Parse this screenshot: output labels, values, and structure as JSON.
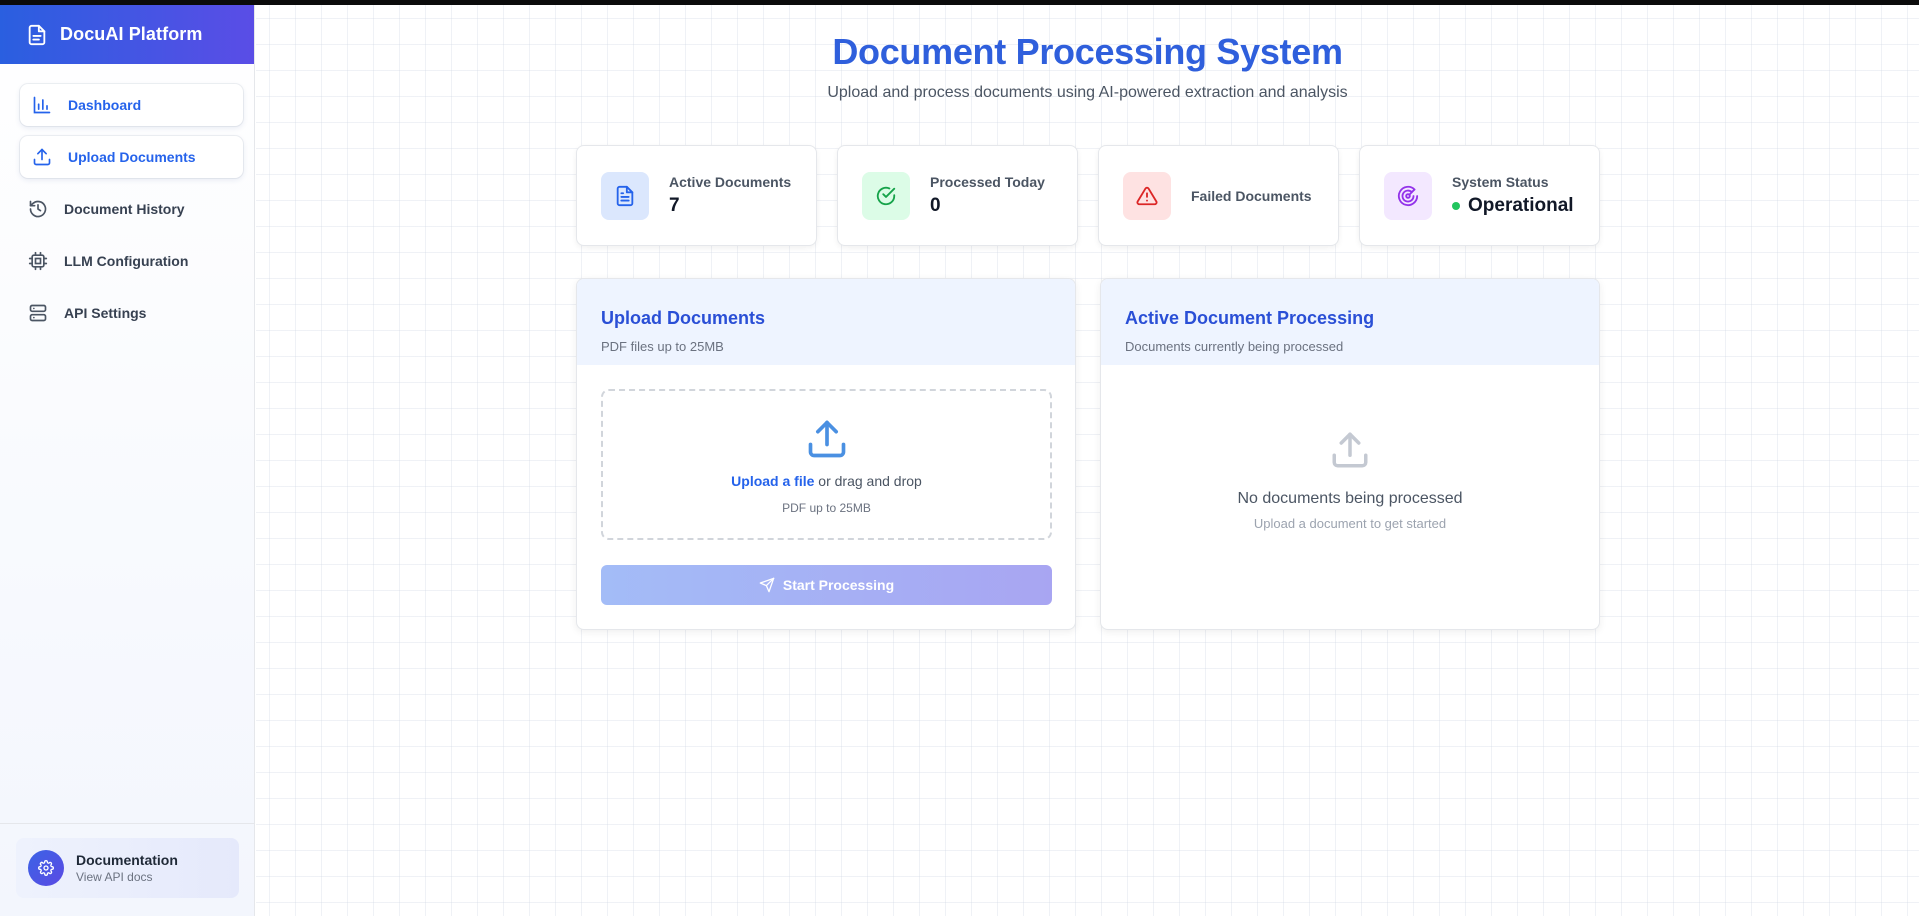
{
  "brand": {
    "title": "DocuAI Platform",
    "icon": "document-icon"
  },
  "sidebar": {
    "items": [
      {
        "label": "Dashboard",
        "icon": "bar-chart-icon"
      },
      {
        "label": "Upload Documents",
        "icon": "upload-icon"
      },
      {
        "label": "Document History",
        "icon": "history-icon"
      },
      {
        "label": "LLM Configuration",
        "icon": "cpu-icon"
      },
      {
        "label": "API Settings",
        "icon": "server-icon"
      }
    ],
    "active": "Upload Documents",
    "footer": {
      "title": "Documentation",
      "subtitle": "View API docs",
      "icon": "gear-icon"
    }
  },
  "header": {
    "title": "Document Processing System",
    "subtitle": "Upload and process documents using AI-powered extraction and analysis"
  },
  "stats": [
    {
      "label": "Active Documents",
      "value": "7",
      "icon": "file-text-icon",
      "color": "#2563eb",
      "bg": "#dbe7fd"
    },
    {
      "label": "Processed Today",
      "value": "0",
      "icon": "check-circle-icon",
      "color": "#16a34a",
      "bg": "#dcfce7"
    },
    {
      "label": "Failed Documents",
      "value": "",
      "icon": "alert-triangle-icon",
      "color": "#dc2626",
      "bg": "#fee2e2"
    },
    {
      "label": "System Status",
      "value": "Operational",
      "icon": "radar-icon",
      "color": "#9333ea",
      "bg": "#f3e8ff"
    }
  ],
  "upload": {
    "title": "Upload Documents",
    "subtitle": "PDF files up to 25MB",
    "link": "Upload a file",
    "drag_text": " or drag and drop",
    "hint": "PDF up to 25MB",
    "button": "Start Processing"
  },
  "processing": {
    "title": "Active Document Processing",
    "subtitle": "Documents currently being processed",
    "empty_title": "No documents being processed",
    "empty_sub": "Upload a document to get started"
  },
  "colors": {
    "accent": "#2f5fdc",
    "status_ok": "#22c55e"
  }
}
